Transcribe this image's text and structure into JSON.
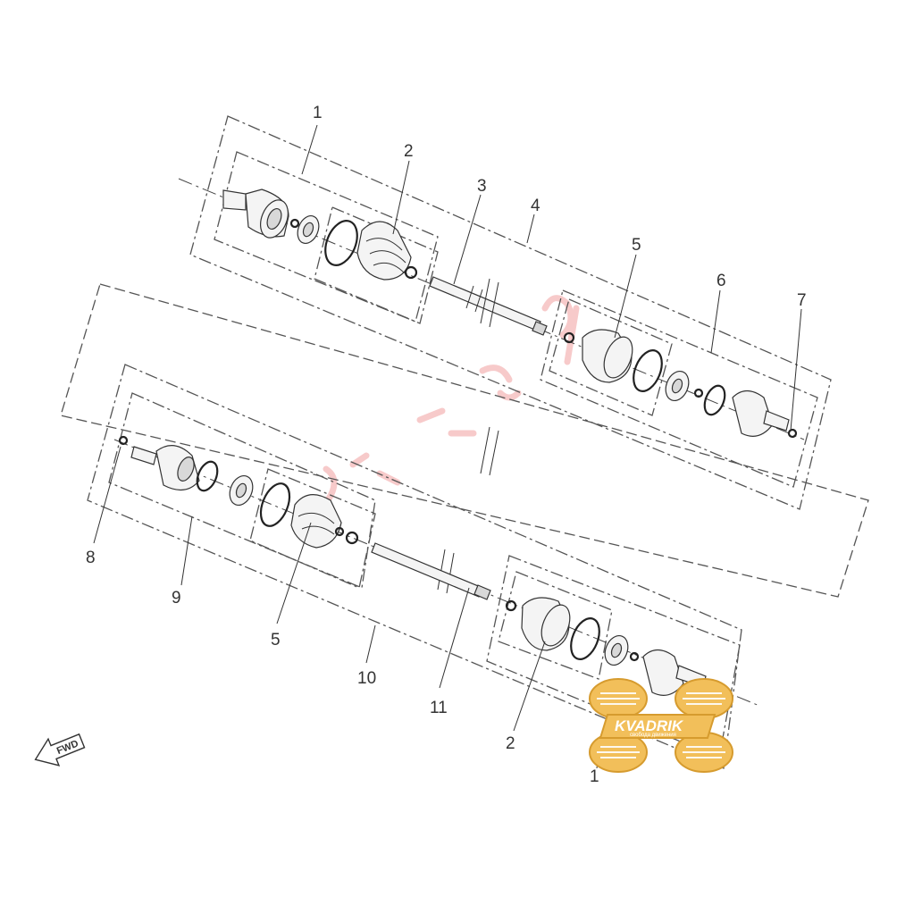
{
  "diagram": {
    "callouts": [
      "1",
      "2",
      "3",
      "4",
      "5",
      "6",
      "7",
      "8",
      "9",
      "5",
      "10",
      "11",
      "2",
      "1"
    ],
    "fwd_label": "FWD",
    "logo_text": "KVADRIK",
    "logo_subtext": "свобода движения",
    "colors": {
      "line": "#333333",
      "logo_fill": "#f2bf5a",
      "logo_stroke": "#d69b2e",
      "red_watermark": "#f2a0a0"
    }
  }
}
